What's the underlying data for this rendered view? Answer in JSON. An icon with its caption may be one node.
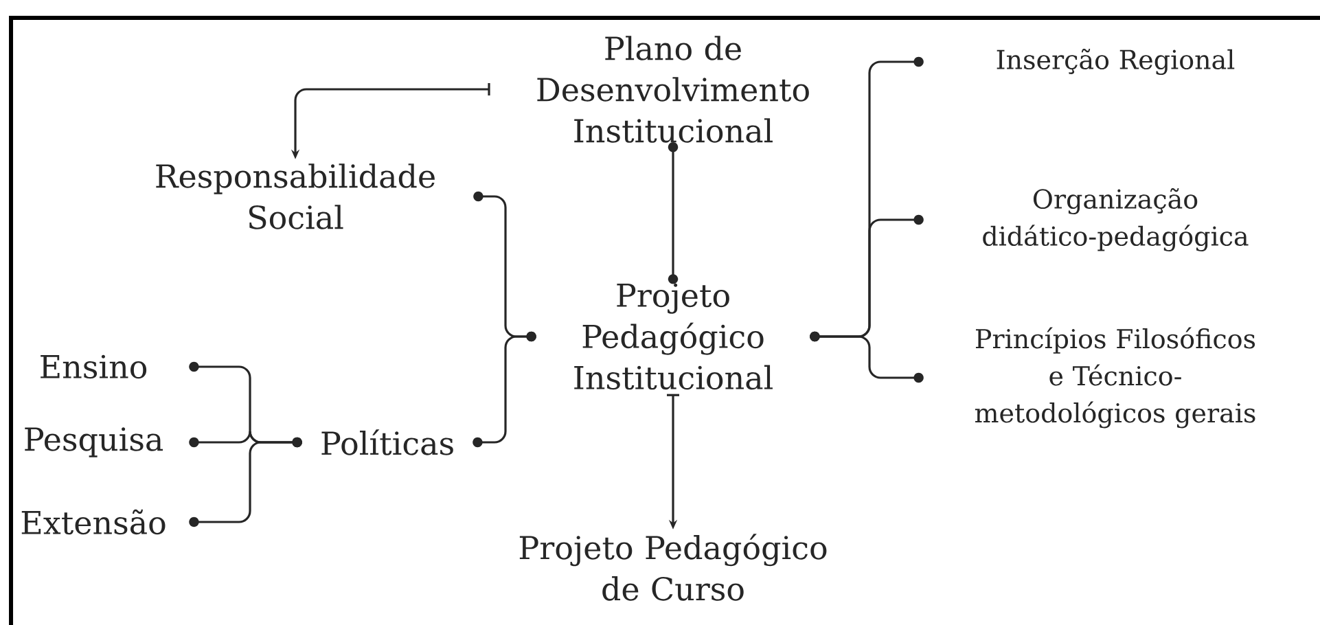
{
  "diagram": {
    "nodes": [
      {
        "text": [
          "Plano de Desenvolvimento Institucional"
        ]
      },
      {
        "text": [
          "Responsabilidade Social"
        ]
      },
      {
        "text": [
          "Projeto Pedagógico Institucional"
        ]
      },
      {
        "text": [
          "Inserção Regional"
        ]
      },
      {
        "text": [
          "Organização didático-pedagógica"
        ]
      },
      {
        "text": [
          "Princípios Filosóficos e Técnico-metodológicos gerais"
        ]
      },
      {
        "text": [
          "Ensino"
        ]
      },
      {
        "text": [
          "Pesquisa"
        ]
      },
      {
        "text": [
          "Extensão"
        ]
      },
      {
        "text": [
          "Políticas"
        ]
      },
      {
        "text": [
          "Projeto Pedagógico de Curso"
        ]
      }
    ],
    "edges": [
      {
        "from": 0,
        "to": 1,
        "arrow": "to"
      },
      {
        "from": 0,
        "to": 2,
        "arrow": "other"
      },
      {
        "from": 1,
        "to": 2,
        "arrow": "other"
      },
      {
        "from": 9,
        "to": 2,
        "arrow": "other"
      },
      {
        "from": 6,
        "to": 9,
        "arrow": "other"
      },
      {
        "from": 7,
        "to": 9,
        "arrow": "other"
      },
      {
        "from": 8,
        "to": 9,
        "arrow": "other"
      },
      {
        "from": 2,
        "to": 3,
        "arrow": "other"
      },
      {
        "from": 2,
        "to": 4,
        "arrow": "other"
      },
      {
        "from": 2,
        "to": 5,
        "arrow": "other"
      },
      {
        "from": 2,
        "to": 10,
        "arrow": "to"
      }
    ]
  }
}
